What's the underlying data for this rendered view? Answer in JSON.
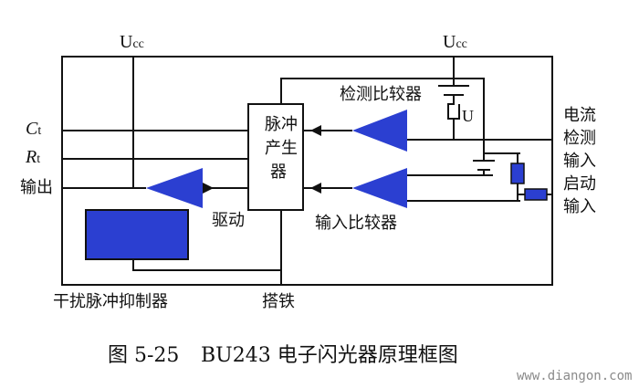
{
  "labels": {
    "ucc_left_main": "U",
    "ucc_left_sub": "cc",
    "ucc_right_main": "U",
    "ucc_right_sub": "cc",
    "ct_main": "C",
    "ct_sub": "t",
    "rt_main": "R",
    "rt_sub": "t",
    "output": "输出",
    "pulse_gen_lines": [
      "脉冲",
      "产生",
      "器"
    ],
    "detect_comparator": "检测比较器",
    "u_symbol": "U",
    "drive": "驱动",
    "input_comparator": "输入比较器",
    "current_detect_input_lines": [
      "电流",
      "检测",
      "输入"
    ],
    "start_input_lines": [
      "启动",
      "输入"
    ],
    "interference_suppressor": "干扰脉冲抑制器",
    "ground": "搭铁"
  },
  "caption": {
    "figure_no": "图 5-25",
    "title": "BU243 电子闪光器原理框图"
  },
  "watermark": "www.diangon.com",
  "colors": {
    "line": "#111111",
    "component": "#2b3fd1",
    "background": "#ffffff"
  }
}
